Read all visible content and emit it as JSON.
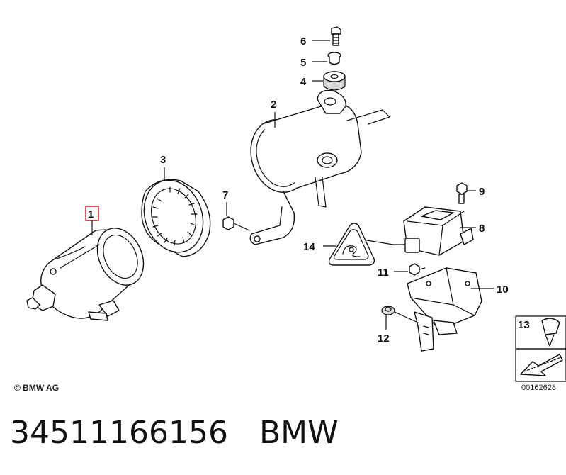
{
  "diagram": {
    "highlighted_part": "1",
    "parts": [
      {
        "number": "1"
      },
      {
        "number": "2"
      },
      {
        "number": "3"
      },
      {
        "number": "4"
      },
      {
        "number": "5"
      },
      {
        "number": "6"
      },
      {
        "number": "7"
      },
      {
        "number": "8"
      },
      {
        "number": "9"
      },
      {
        "number": "10"
      },
      {
        "number": "11"
      },
      {
        "number": "12"
      },
      {
        "number": "13"
      },
      {
        "number": "14"
      }
    ],
    "copyright": "© BMW AG",
    "reference_number": "00162628"
  },
  "footer": {
    "part_number": "34511166156",
    "brand": "BMW"
  },
  "colors": {
    "highlight_box": "#e0202a",
    "line": "#111111"
  }
}
